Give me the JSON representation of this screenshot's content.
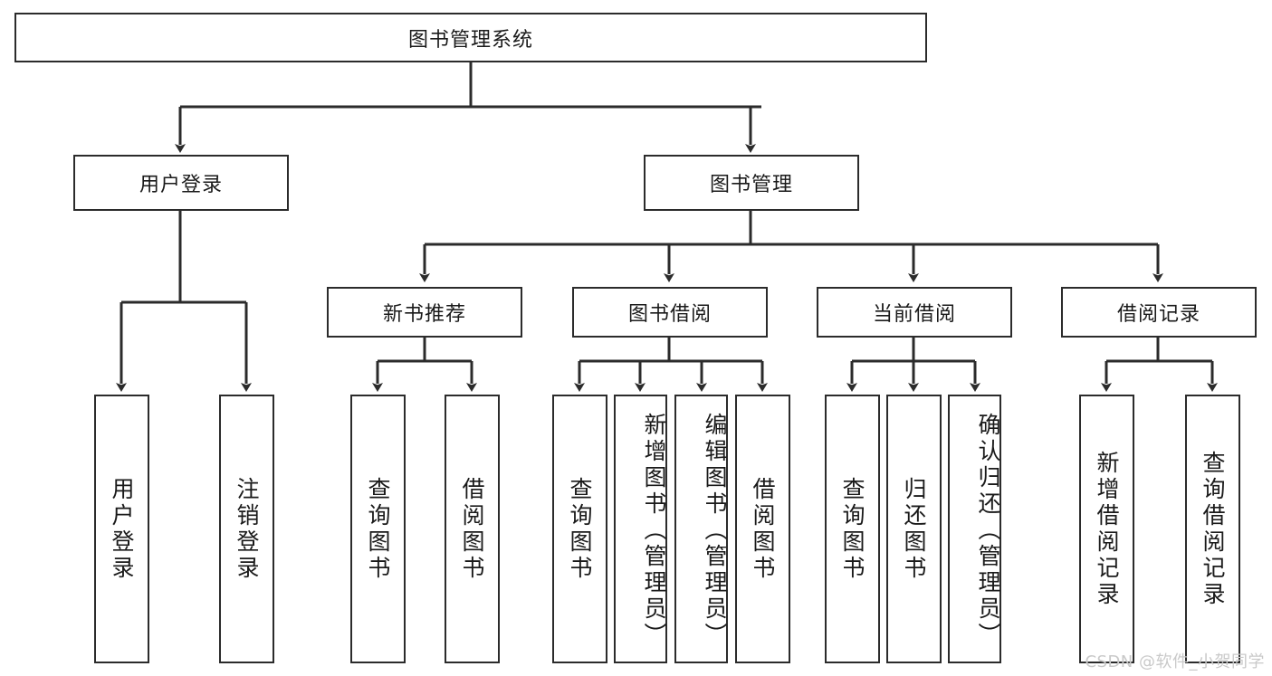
{
  "diagram": {
    "type": "tree-hierarchy",
    "title": "图书管理系统",
    "watermark": "CSDN @软件_小贺同学",
    "colors": {
      "box_border": "#2b2b2b",
      "box_fill": "#ffffff",
      "connector": "#2b2b2b",
      "text": "#1a1a1a",
      "watermark": "#c9c9c9"
    },
    "levels": {
      "root": {
        "label": "图书管理系统"
      },
      "level2": [
        {
          "id": "user-login",
          "label": "用户登录"
        },
        {
          "id": "book-management",
          "label": "图书管理"
        }
      ],
      "level3": [
        {
          "id": "new-book-recommend",
          "label": "新书推荐",
          "parent": "book-management"
        },
        {
          "id": "book-borrow",
          "label": "图书借阅",
          "parent": "book-management"
        },
        {
          "id": "current-borrow",
          "label": "当前借阅",
          "parent": "book-management"
        },
        {
          "id": "borrow-record",
          "label": "借阅记录",
          "parent": "book-management"
        }
      ],
      "leaves": [
        {
          "id": "leaf-user-login",
          "label": "用户登录",
          "parent": "user-login"
        },
        {
          "id": "leaf-logout-login",
          "label": "注销登录",
          "parent": "user-login"
        },
        {
          "id": "leaf-query-book-1",
          "label": "查询图书",
          "parent": "new-book-recommend"
        },
        {
          "id": "leaf-borrow-book-1",
          "label": "借阅图书",
          "parent": "new-book-recommend"
        },
        {
          "id": "leaf-query-book-2",
          "label": "查询图书",
          "parent": "book-borrow"
        },
        {
          "id": "leaf-add-book",
          "label": "新增图书（管理员）",
          "parent": "book-borrow"
        },
        {
          "id": "leaf-edit-book",
          "label": "编辑图书（管理员）",
          "parent": "book-borrow"
        },
        {
          "id": "leaf-borrow-book-2",
          "label": "借阅图书",
          "parent": "book-borrow"
        },
        {
          "id": "leaf-query-book-3",
          "label": "查询图书",
          "parent": "current-borrow"
        },
        {
          "id": "leaf-return-book",
          "label": "归还图书",
          "parent": "current-borrow"
        },
        {
          "id": "leaf-confirm-return",
          "label": "确认归还（管理员）",
          "parent": "current-borrow"
        },
        {
          "id": "leaf-add-record",
          "label": "新增借阅记录",
          "parent": "borrow-record"
        },
        {
          "id": "leaf-query-record",
          "label": "查询借阅记录",
          "parent": "borrow-record"
        }
      ]
    }
  }
}
